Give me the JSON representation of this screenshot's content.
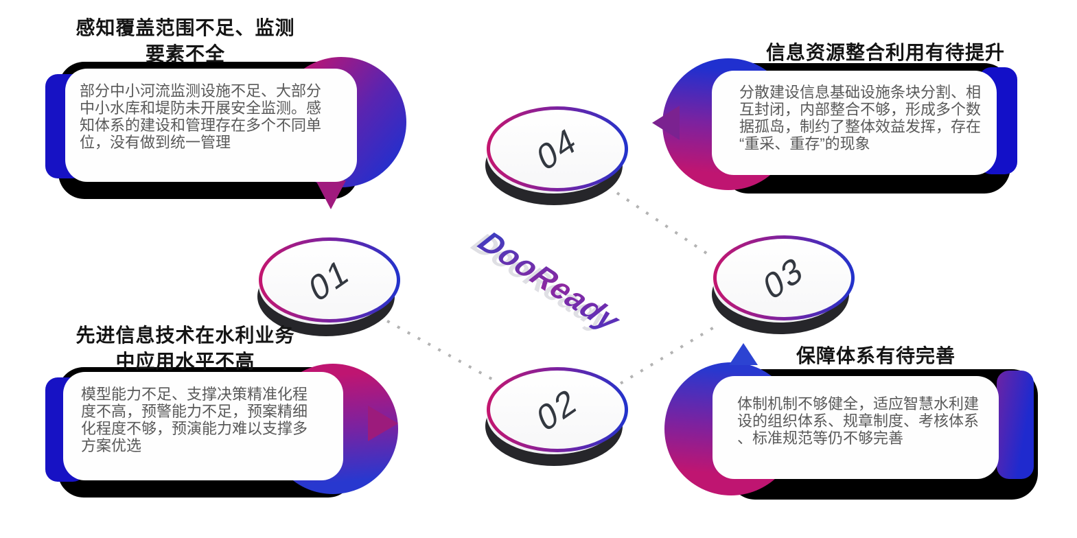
{
  "watermark": {
    "text": "DooReady"
  },
  "colors": {
    "magenta": "#bf1571",
    "blue": "#2030cf",
    "deep_blue_bar": "#1712c4",
    "purple_mid": "#7b2290",
    "title_text": "#141414",
    "body_text": "#595959",
    "number_text": "#333840",
    "dotted_line": "#b3b3b3",
    "card_shadow": "#000000",
    "disc_base": "#26262a"
  },
  "steps": {
    "n01": "01",
    "n02": "02",
    "n03": "03",
    "n04": "04"
  },
  "cards": {
    "top_left": {
      "title": "感知覆盖范围不足、监测\n要素不全",
      "body": "部分中小河流监测设施不足、大部分\n中小水库和堤防未开展安全监测。感\n知体系的建设和管理存在多个不同单\n位，没有做到统一管理"
    },
    "top_right": {
      "title": "信息资源整合利用有待提升",
      "body": "分散建设信息基础设施条块分割、相\n互封闭，内部整合不够，形成多个数\n据孤岛，制约了整体效益发挥，存在\n“重采、重存”的现象"
    },
    "bottom_left": {
      "title": "先进信息技术在水利业务\n中应用水平不高",
      "body": "模型能力不足、支撑决策精准化程\n度不高，预警能力不足，预案精细\n化程度不够，预演能力难以支撑多\n方案优选"
    },
    "bottom_right": {
      "title": "保障体系有待完善",
      "body": "体制机制不够健全，适应智慧水利建\n设的组织体系、规章制度、考核体系\n、标准规范等仍不够完善"
    }
  }
}
